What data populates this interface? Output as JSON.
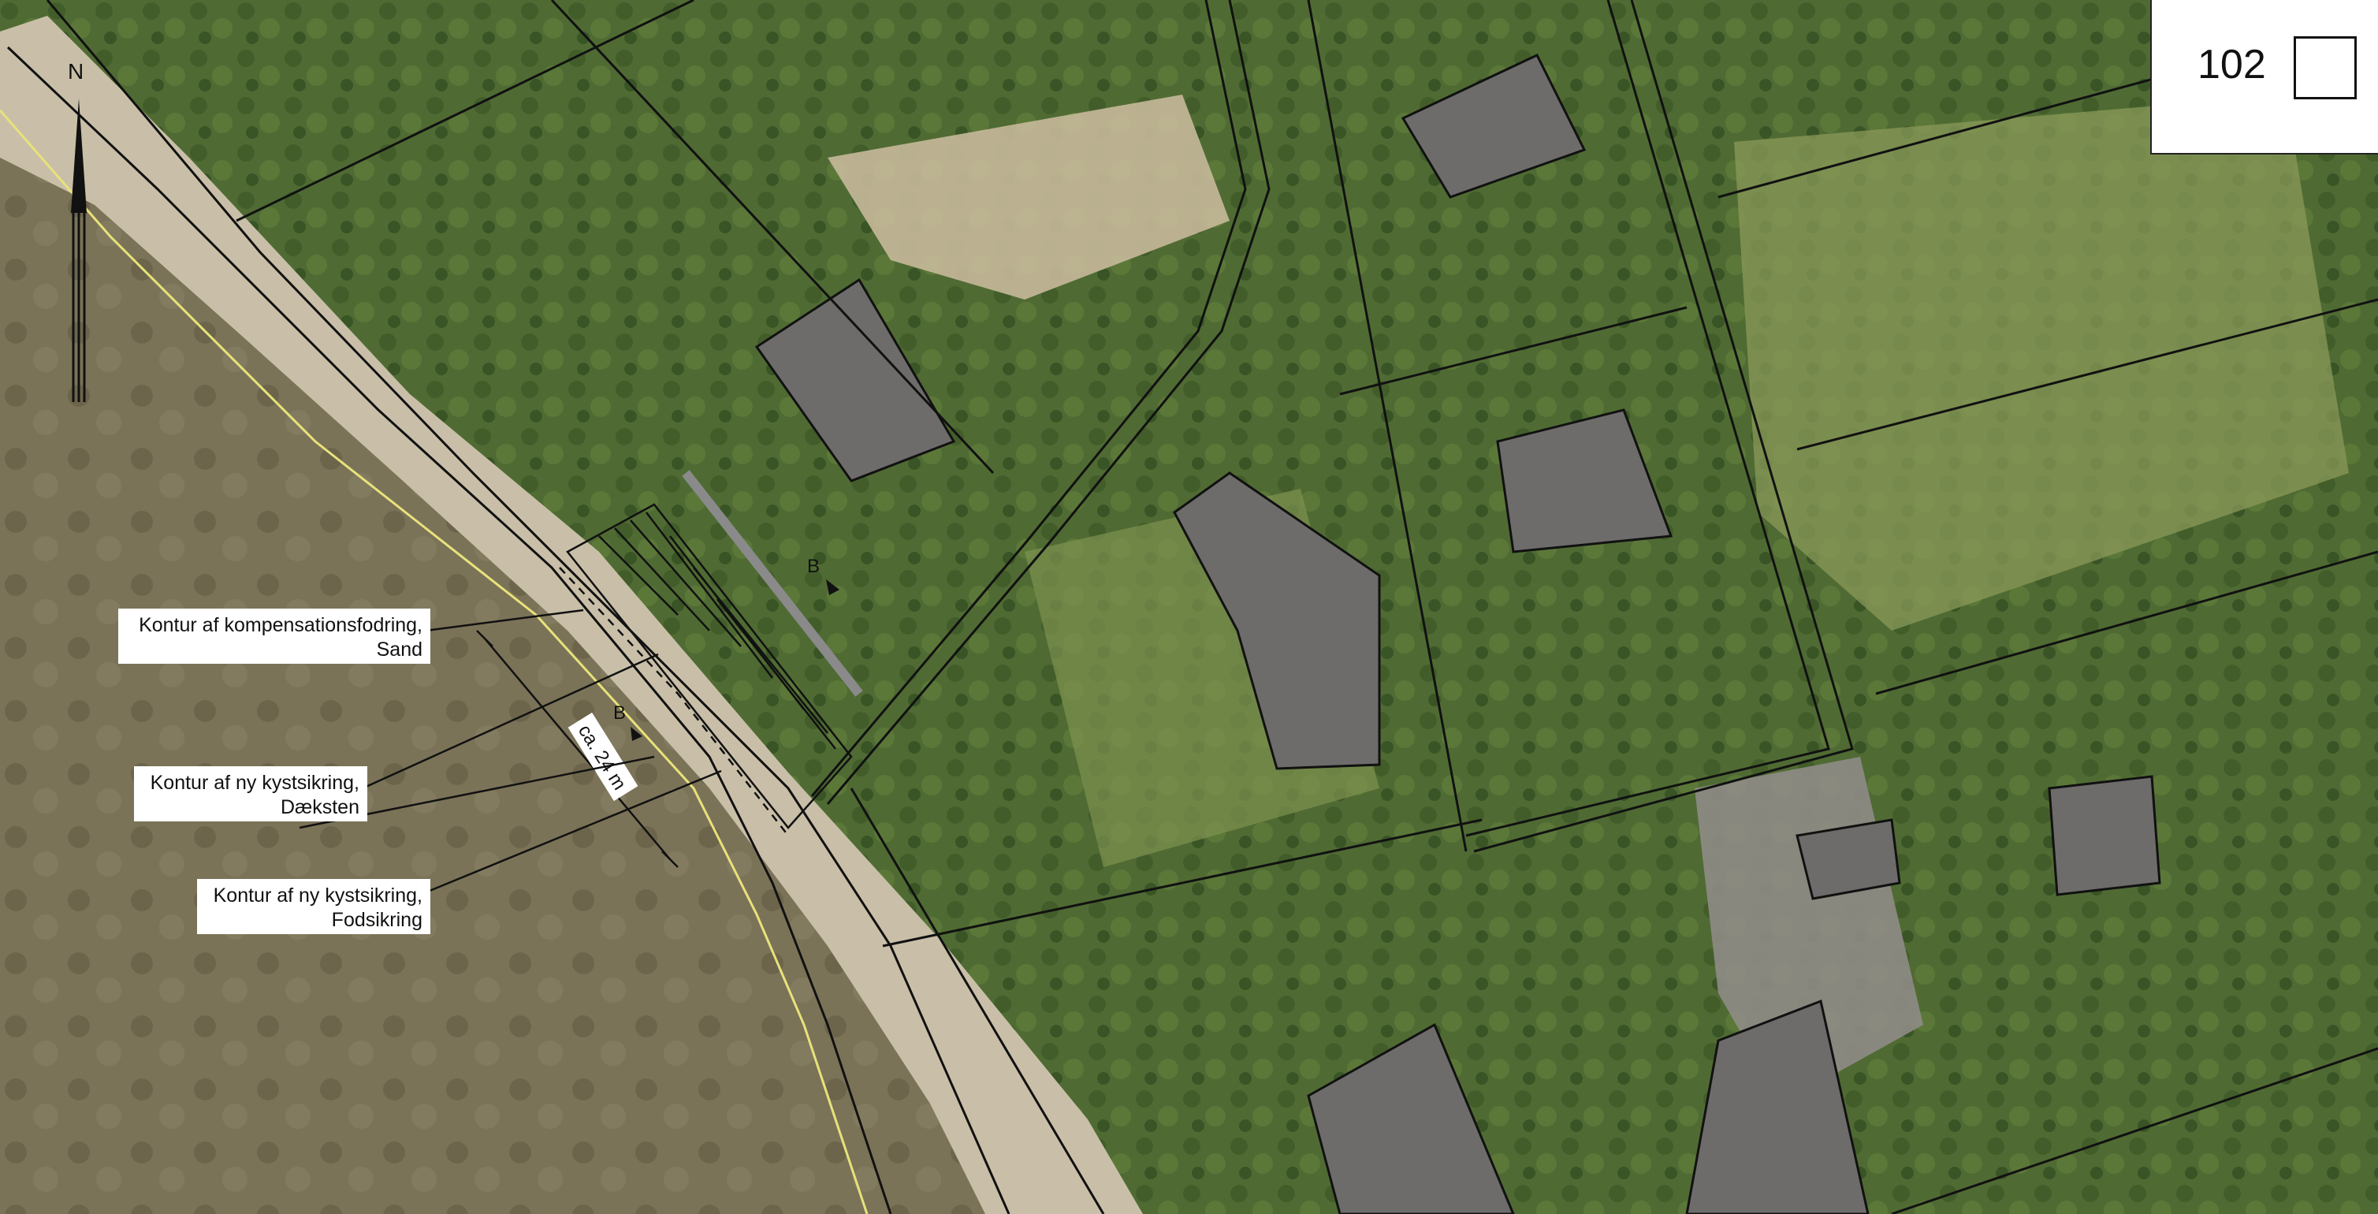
{
  "sheet": {
    "number": "102"
  },
  "north_arrow": {
    "letter": "N"
  },
  "section_markers": {
    "letter": "B"
  },
  "dimension": {
    "text": "ca. 24 m"
  },
  "labels": [
    {
      "line1": "Kontur af kompensationsfodring,",
      "line2": "Sand"
    },
    {
      "line1": "Kontur af ny kystsikring,",
      "line2": "Dæksten"
    },
    {
      "line1": "Kontur af ny kystsikring,",
      "line2": "Fodsikring"
    }
  ],
  "colors": {
    "water": "#7b7358",
    "beach": "#c9bfa8",
    "vegetation": "#4f6b33",
    "lawn": "#8a9a5a",
    "roof": "#6e6c6a",
    "linework": "#111111",
    "yellow_line": "#e8e27a",
    "grey_bar": "#8a8a8a"
  }
}
